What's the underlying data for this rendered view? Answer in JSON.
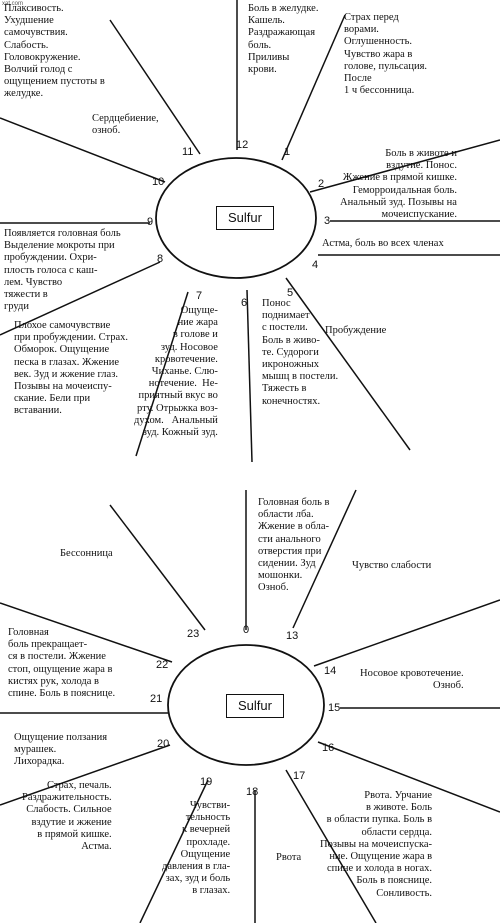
{
  "watermark": "xat.com",
  "diagram_top": {
    "center_label": "Sulfur",
    "hours": [
      "12",
      "1",
      "2",
      "3",
      "4",
      "5",
      "6",
      "7",
      "8",
      "9",
      "10",
      "11"
    ],
    "texts": {
      "t12": "Боль в желудке.\nКашель.\nРаздражающая\nболь.\nПриливы\nкрови.",
      "t1": "Страх перед\nворами.\nОглушенность.\nЧувство жара в\nголове, пульсация.\nПосле\n1 ч бессонница.",
      "t2": "Боль в животе и\nвздутие. Понос.\nЖжение в прямой кишке.\nГеморроидальная боль.\nАнальный зуд. Позывы на\nмочеиспускание.",
      "t3": "Астма, боль во всех членах",
      "t5": "Пробуждение",
      "t6": "Понос\nподнимает\nс постели.\nБоль в живо-\nте. Судороги\nикроножных\nмышц в постели.\nТяжесть в\nконечностях.",
      "t7": "Ощуще-\nние жара\nв голове и\nзуд. Носовое\nкровотечение.\nЧиханье. Слю-\nнотечение.  Не-\nприятный вкус во\nрту. Отрыжка воз-\nдухом.   Анальный\nзуд. Кожный зуд.",
      "t8": "Плохое самочувствие\nпри пробуждении. Страх.\nОбморок. Ощущение\nпеска в глазах. Жжение\nвек. Зуд и жжение глаз.\nПозывы на мочеиспу-\nскание. Бели при\nвставании.",
      "t9": "Появляется головная боль\nВыделение мокроты при\nпробуждении. Охри-\nплость голоса с каш-\nлем. Чувство\nтяжести в\nгруди",
      "t10": "Плаксивость.\nУхудшение\nсамочувствия.\nСлабость.\nГоловокружение.\nВолчий голод с\nощущением пустоты в\nжелудке.",
      "t11": "Сердцебиение,\nозноб."
    }
  },
  "diagram_bottom": {
    "center_label": "Sulfur",
    "hours": [
      "0",
      "13",
      "14",
      "15",
      "16",
      "17",
      "18",
      "19",
      "20",
      "21",
      "22",
      "23"
    ],
    "texts": {
      "t0": "Головная боль в\nобласти лба.\nЖжение в обла-\nсти анального\nотверстия при\nсидении. Зуд\nмошонки.\nОзноб.",
      "t13": "Чувство слабости",
      "t14": "Носовое кровотечение.\nОзноб.",
      "t17": "Рвота. Урчание\nв животе. Боль\nв области пупка. Боль в\nобласти сердца.\nПозывы на мочеиспуска-\nние. Ощущение жара в\nспине и холода в ногах.\nБоль в пояснице.\nСонливость.",
      "t18": "Рвота",
      "t19": "Чувстви-\nтельность\nк вечерней\nпрохладе.\nОщущение\nдавления в гла-\nзах, зуд и боль\nв глазах.",
      "t20": "Страх, печаль.\nРаздражительность.\nСлабость. Сильное\nвздутие и жжение\nв прямой кишке.\nАстма.",
      "t21": "Ощущение ползания\nмурашек.\nЛихорадка.",
      "t22": "Головная\nболь прекращает-\nся в постели. Жжение\nстоп, ощущение жара в\nкистях рук, холода в\nспине. Боль в пояснице.",
      "t23": "Бессонница"
    }
  }
}
